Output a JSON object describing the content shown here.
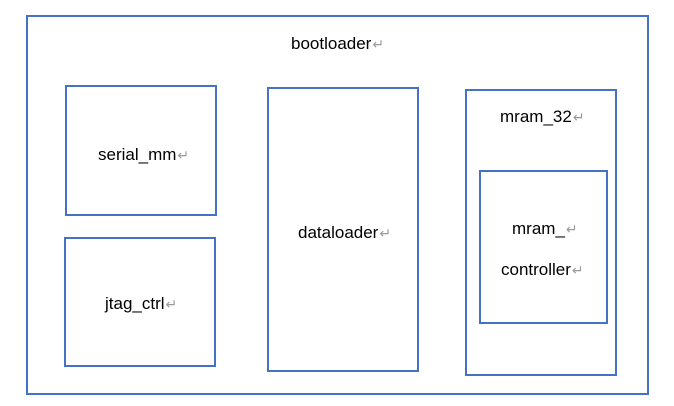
{
  "colors": {
    "box_border": "#4472c4",
    "return_mark": "#9a9a9a"
  },
  "return_mark": "↵",
  "blocks": {
    "bootloader": {
      "label": "bootloader"
    },
    "serial_mm": {
      "label": "serial_mm"
    },
    "jtag_ctrl": {
      "label": "jtag_ctrl"
    },
    "dataloader": {
      "label": "dataloader"
    },
    "mram_32": {
      "label": "mram_32"
    },
    "mram_controller": {
      "label_lines": [
        "mram_",
        "controller"
      ]
    }
  }
}
